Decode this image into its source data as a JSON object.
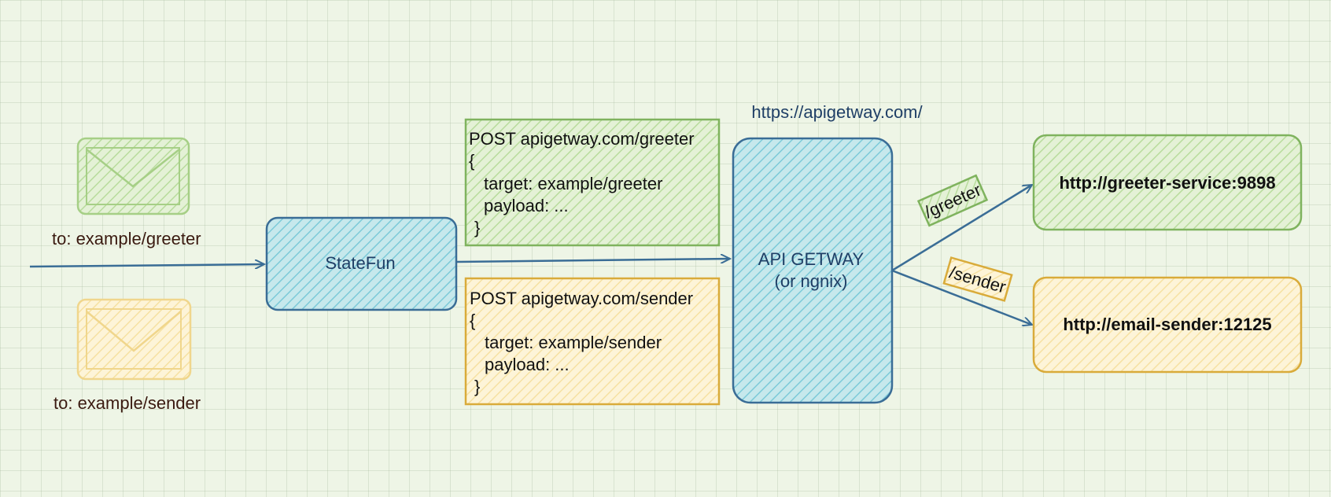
{
  "colors": {
    "green_stroke": "#7fb35e",
    "green_fill": "#cfe7b8",
    "yellow_stroke": "#d9ab3a",
    "yellow_fill": "#fbe9b0",
    "blue_stroke": "#3a6d96",
    "blue_fill": "#8dd0dc",
    "text_dark": "#3a1a10"
  },
  "icons": {
    "green_envelope": "envelope-icon",
    "yellow_envelope": "envelope-icon"
  },
  "messages": {
    "greeter_to": "to: example/greeter",
    "sender_to": "to: example/sender"
  },
  "statefun": {
    "label": "StateFun"
  },
  "requests": {
    "greeter": {
      "line1": "POST apigetway.com/greeter",
      "line2": "{",
      "line3": "target: example/greeter",
      "line4": "payload: ...",
      "line5": "}"
    },
    "sender": {
      "line1": "POST apigetway.com/sender",
      "line2": "{",
      "line3": "target: example/sender",
      "line4": "payload: ...",
      "line5": "}"
    }
  },
  "gateway": {
    "url": "https://apigetway.com/",
    "title": "API GETWAY",
    "subtitle": "(or ngnix)"
  },
  "routes": {
    "greeter": "/greeter",
    "sender": "/sender"
  },
  "services": {
    "greeter": "http://greeter-service:9898",
    "sender": "http://email-sender:12125"
  }
}
